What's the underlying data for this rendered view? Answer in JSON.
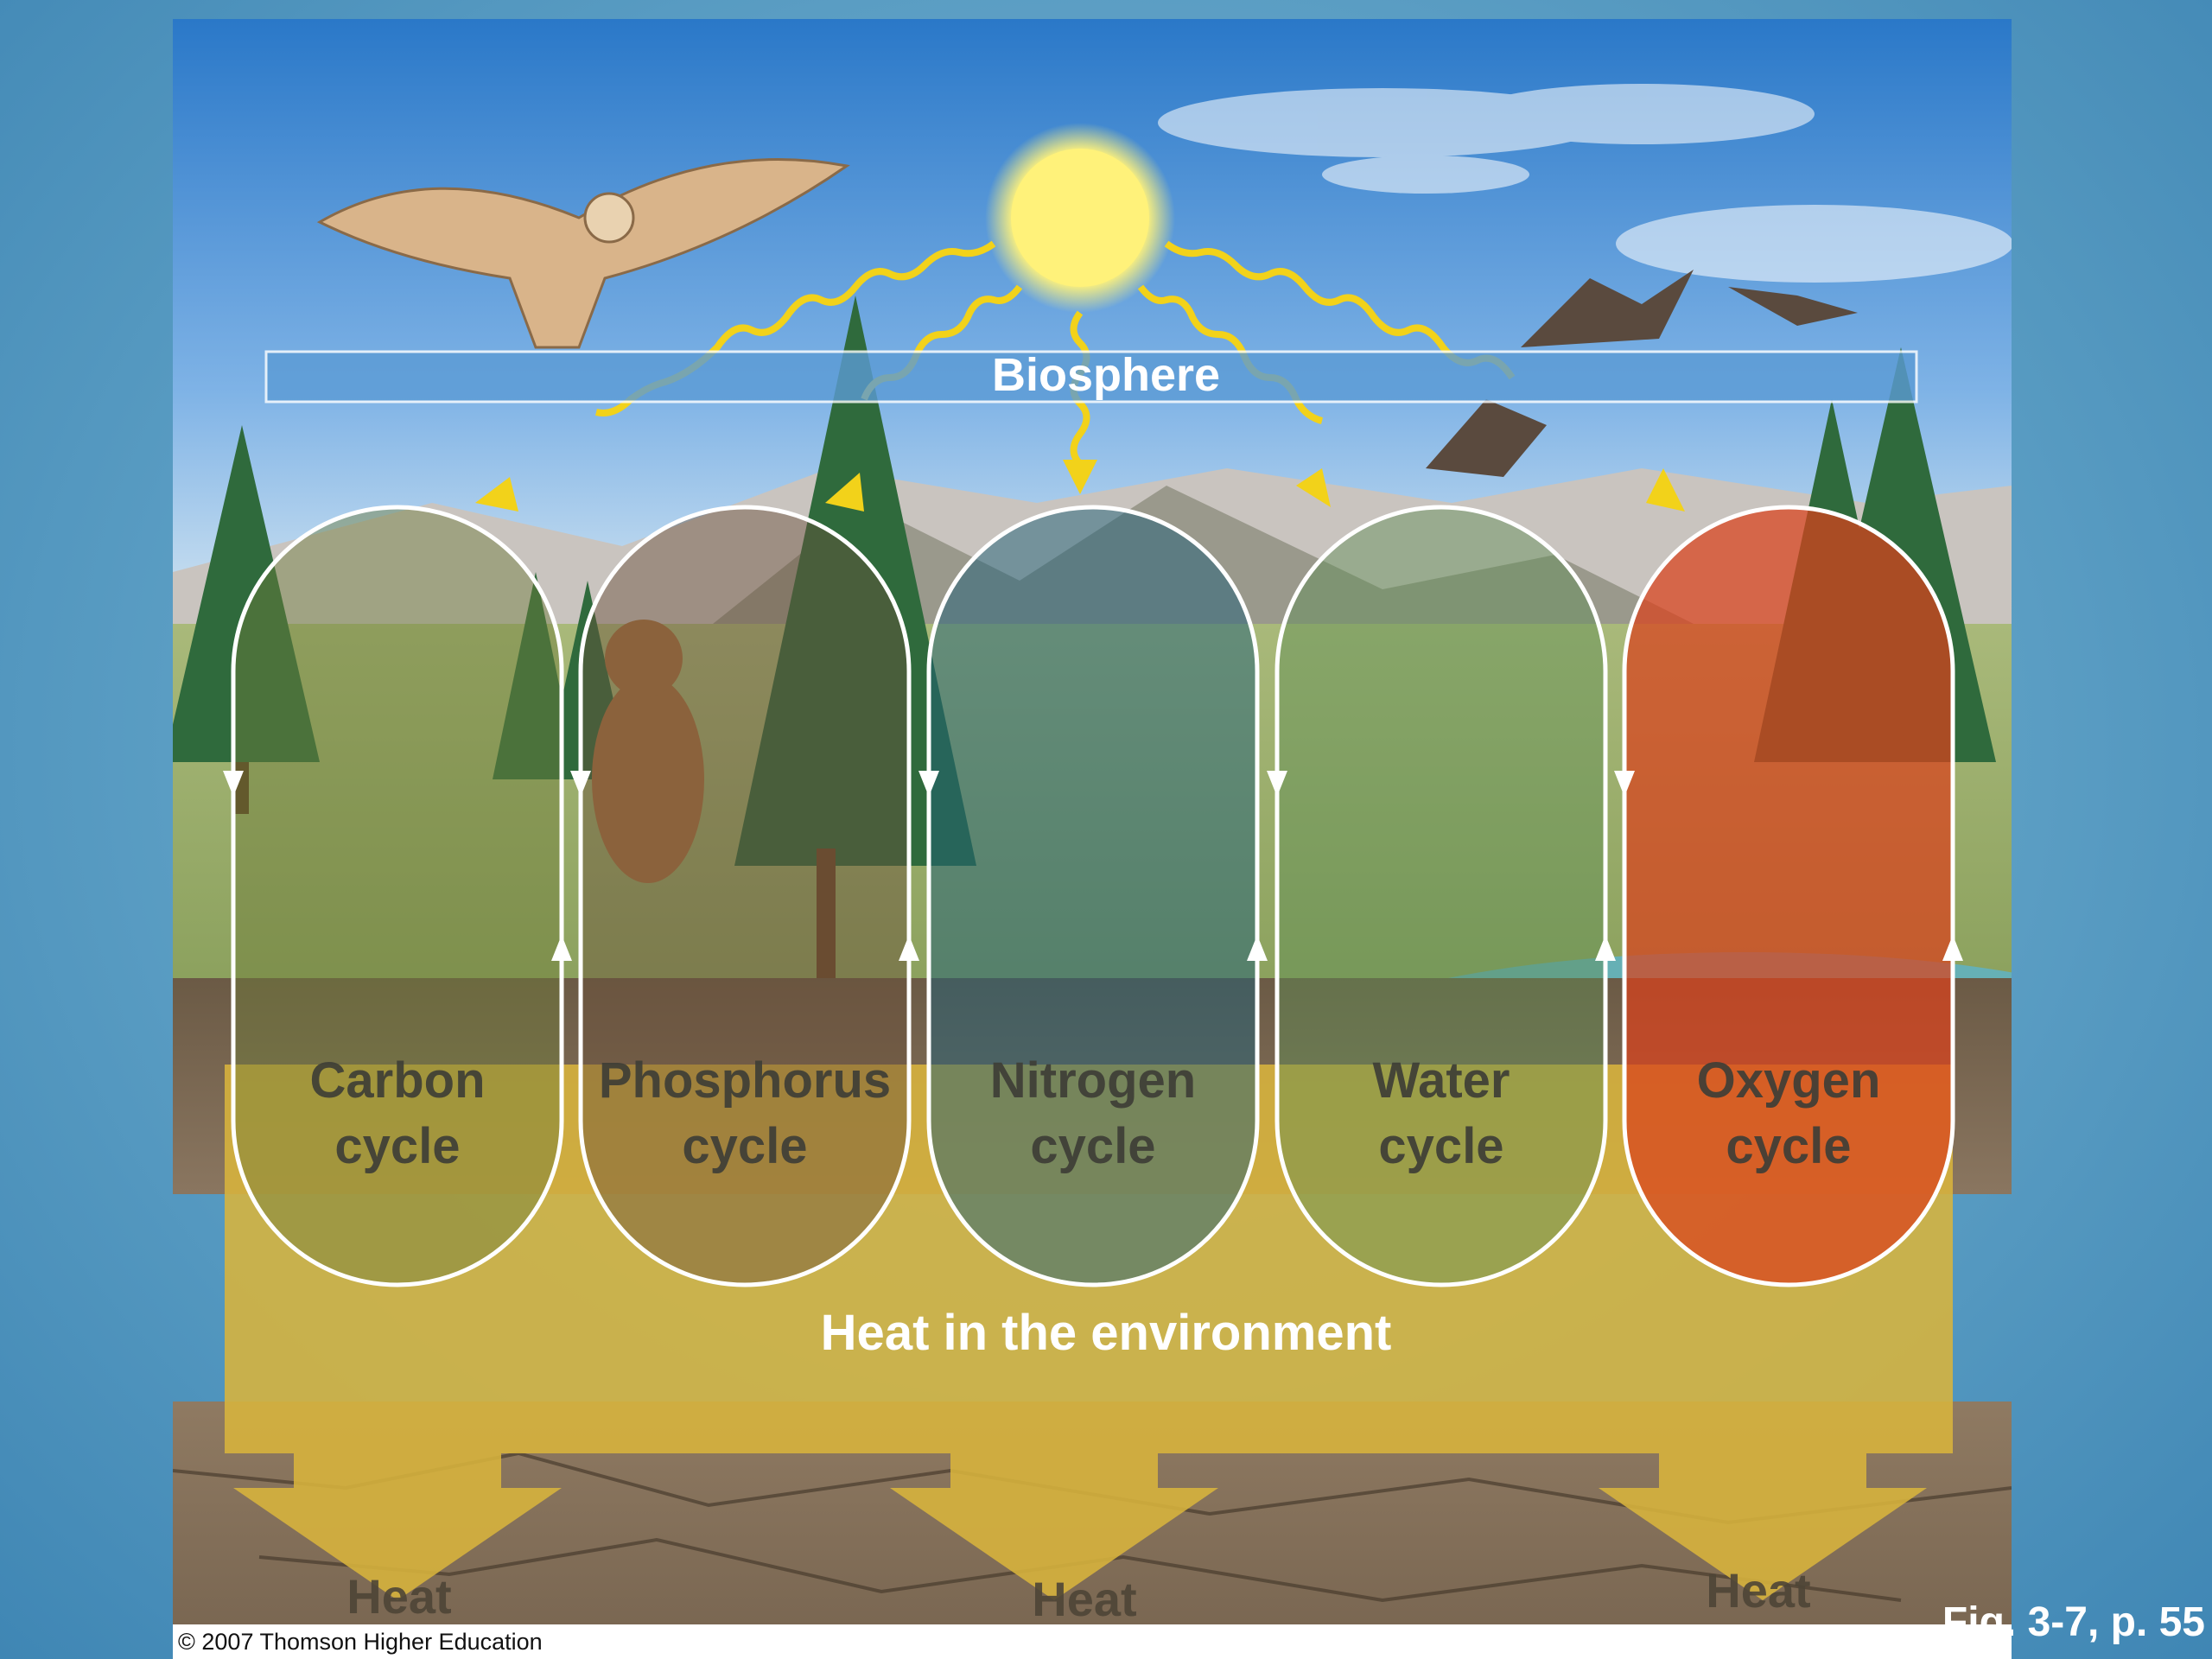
{
  "diagram": {
    "banner": "Biosphere",
    "cycles": [
      {
        "line1": "Carbon",
        "line2": "cycle",
        "color": "#6f7d3a"
      },
      {
        "line1": "Phosphorus",
        "line2": "cycle",
        "color": "#6a4f39"
      },
      {
        "line1": "Nitrogen",
        "line2": "cycle",
        "color": "#1f5f78"
      },
      {
        "line1": "Water",
        "line2": "cycle",
        "color": "#5f8f55"
      },
      {
        "line1": "Oxygen",
        "line2": "cycle",
        "color": "#d9411c"
      }
    ],
    "heat_environment": "Heat in the environment",
    "heat_labels": [
      "Heat",
      "Heat",
      "Heat"
    ],
    "colors": {
      "heat_band": "#d8b43c",
      "sun": "#fff27a",
      "rays": "#f2d21a",
      "banner": "#5b9bd5"
    }
  },
  "caption": "Fig. 3-7, p. 55",
  "copyright": "© 2007 Thomson Higher Education"
}
